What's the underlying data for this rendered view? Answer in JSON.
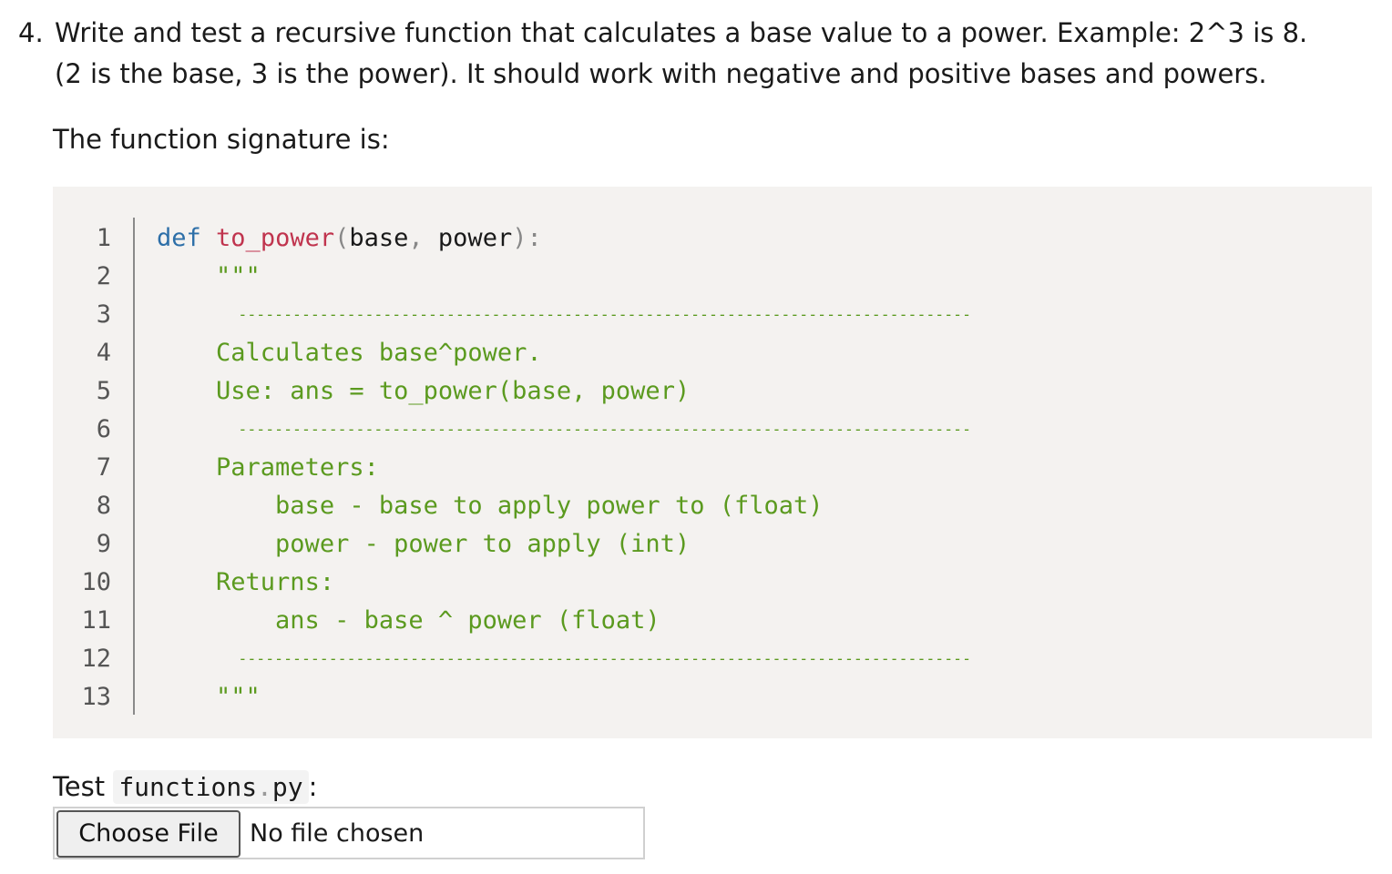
{
  "question": {
    "number": "4.",
    "line1": "Write and test a recursive function that calculates a base value to a power. Example: 2^3 is 8.",
    "line2": "(2 is the base, 3 is the power). It should work with negative and positive bases and powers."
  },
  "signature_label": "The function signature is:",
  "code": {
    "line_numbers": [
      "1",
      "2",
      "3",
      "4",
      "5",
      "6",
      "7",
      "8",
      "9",
      "10",
      "11",
      "12",
      "13"
    ],
    "keyword": "def",
    "func_name": "to_power",
    "open_paren": "(",
    "param1": "base",
    "comma": ",",
    "param2": "power",
    "close": "):",
    "doc_quote_open": "\"\"\"",
    "dashes1": "---------------------------------------------------------------------------------",
    "desc1": "Calculates base^power.",
    "desc2": "Use: ans = to_power(base, power)",
    "dashes2": "---------------------------------------------------------------------------------",
    "params_header": "Parameters:",
    "param_base": "base - base to apply power to (float)",
    "param_power": "power - power to apply (int)",
    "returns_header": "Returns:",
    "returns_ans": "ans - base ^ power (float)",
    "dashes3": "---------------------------------------------------------------------------------",
    "doc_quote_close": "\"\"\""
  },
  "test": {
    "label": "Test",
    "filename_base": "functions",
    "filename_dot": ".",
    "filename_ext": "py",
    "colon": ":"
  },
  "file_input": {
    "button_label": "Choose File",
    "status": "No file chosen"
  }
}
